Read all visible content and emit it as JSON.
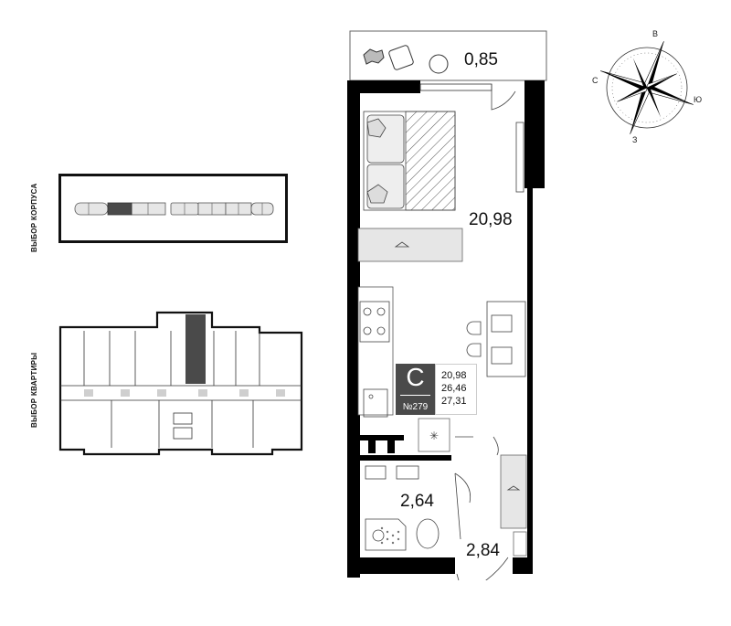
{
  "labels": {
    "building_selection": "ВЫБОР КОРПУСА",
    "apartment_selection": "ВЫБОР КВАРТИРЫ"
  },
  "apartment": {
    "type_letter": "С",
    "number": "№279",
    "area_living": "20,98",
    "area_total": "26,46",
    "area_full": "27,31"
  },
  "rooms": {
    "balcony": "0,85",
    "main_room": "20,98",
    "bathroom": "2,64",
    "hallway": "2,84"
  },
  "compass": {
    "north": "В",
    "east": "Ю",
    "south": "З",
    "west": "С"
  },
  "colors": {
    "wall": "#000000",
    "highlight": "#4a4a4a",
    "light_fill": "#d9d9d9"
  }
}
